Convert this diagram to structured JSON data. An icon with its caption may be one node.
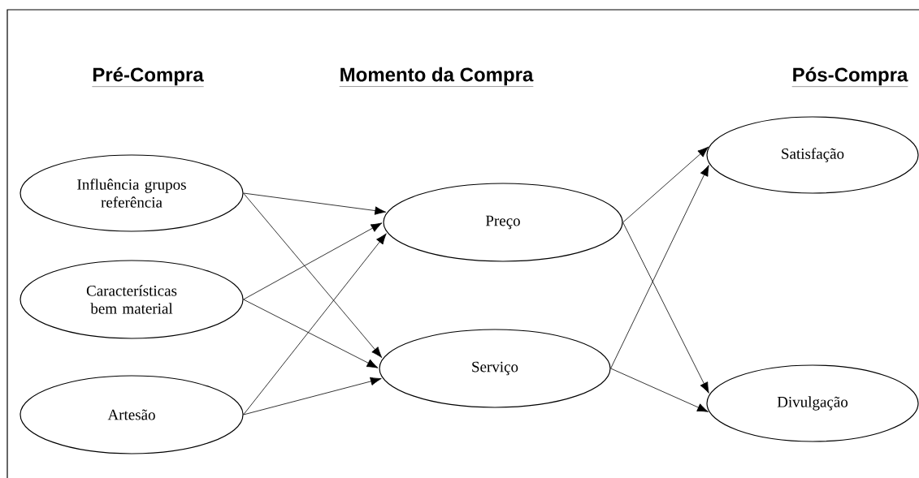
{
  "diagram": {
    "nodes": [
      {
        "text": [
          "Influência grupos referência"
        ]
      },
      {
        "text": [
          "Características bem material"
        ]
      },
      {
        "text": [
          "Artesão"
        ]
      },
      {
        "text": [
          "Preço"
        ]
      },
      {
        "text": [
          "Serviço"
        ]
      },
      {
        "text": [
          "Satisfação"
        ]
      },
      {
        "text": [
          "Divulgação"
        ]
      }
    ],
    "edges": [
      {
        "from": 0,
        "to": 3,
        "arrow": "to"
      },
      {
        "from": 0,
        "to": 4,
        "arrow": "to"
      },
      {
        "from": 1,
        "to": 3,
        "arrow": "to"
      },
      {
        "from": 1,
        "to": 4,
        "arrow": "to"
      },
      {
        "from": 2,
        "to": 3,
        "arrow": "to"
      },
      {
        "from": 2,
        "to": 4,
        "arrow": "to"
      },
      {
        "from": 3,
        "to": 5,
        "arrow": "to"
      },
      {
        "from": 3,
        "to": 6,
        "arrow": "to"
      },
      {
        "from": 4,
        "to": 5,
        "arrow": "to"
      },
      {
        "from": 4,
        "to": 6,
        "arrow": "to"
      }
    ],
    "labels": [
      "Pré-Compra",
      "Momento da Compra",
      "Pós-Compra"
    ]
  }
}
